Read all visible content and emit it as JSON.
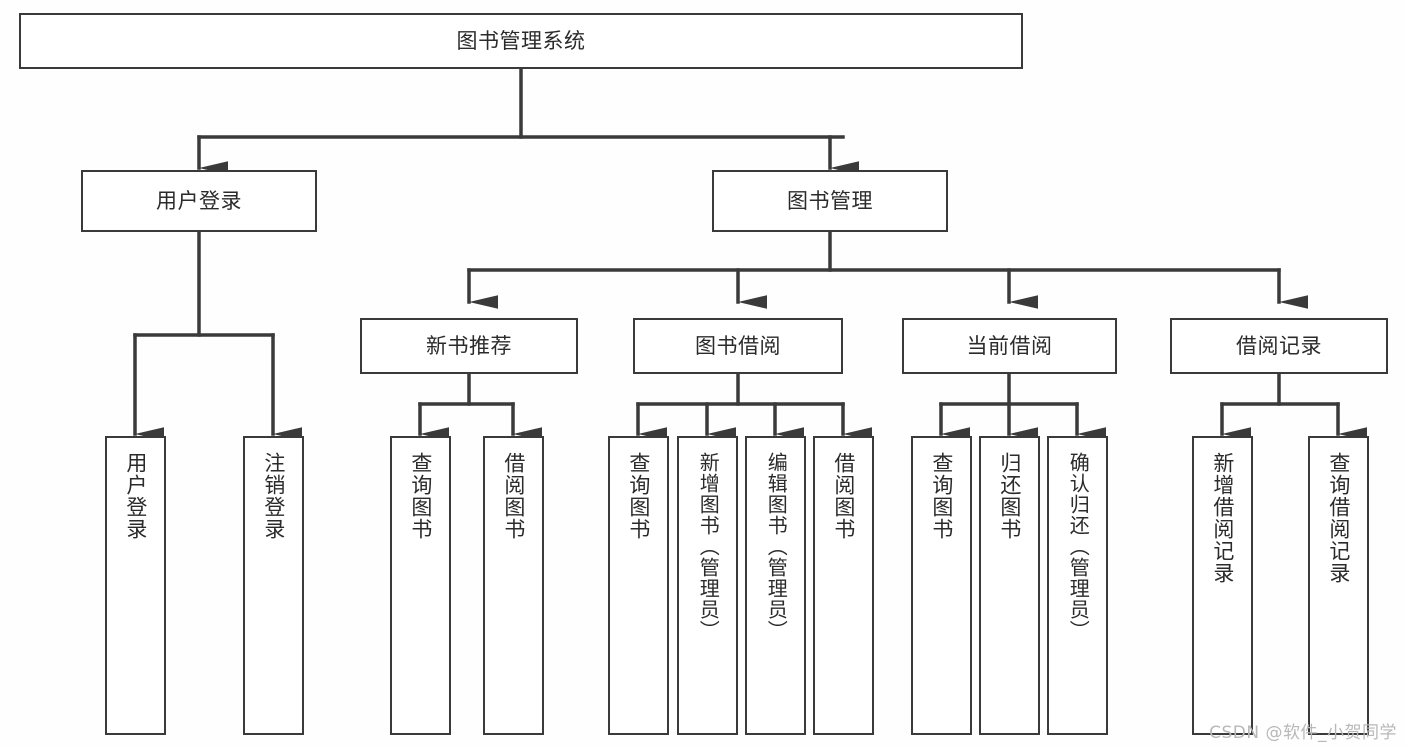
{
  "diagram": {
    "type": "tree",
    "title": "图书管理系统",
    "colors": {
      "line": "#3a3a3a",
      "box_fill": "#ffffff",
      "text": "#2b2b2b",
      "background": "#fefefe",
      "watermark": "#b8b8b8"
    },
    "watermark": "CSDN @软件_小贺同学",
    "nodes": {
      "root": "图书管理系统",
      "level2": [
        "用户登录",
        "图书管理"
      ],
      "level3": [
        "新书推荐",
        "图书借阅",
        "当前借阅",
        "借阅记录"
      ],
      "leaves_user_login": [
        "用户登录",
        "注销登录"
      ],
      "leaves_new_book": [
        "查询图书",
        "借阅图书"
      ],
      "leaves_borrow": [
        "查询图书",
        "新增图书（管理员）",
        "编辑图书（管理员）",
        "借阅图书"
      ],
      "leaves_current": [
        "查询图书",
        "归还图书",
        "确认归还（管理员）"
      ],
      "leaves_record": [
        "新增借阅记录",
        "查询借阅记录"
      ]
    }
  }
}
